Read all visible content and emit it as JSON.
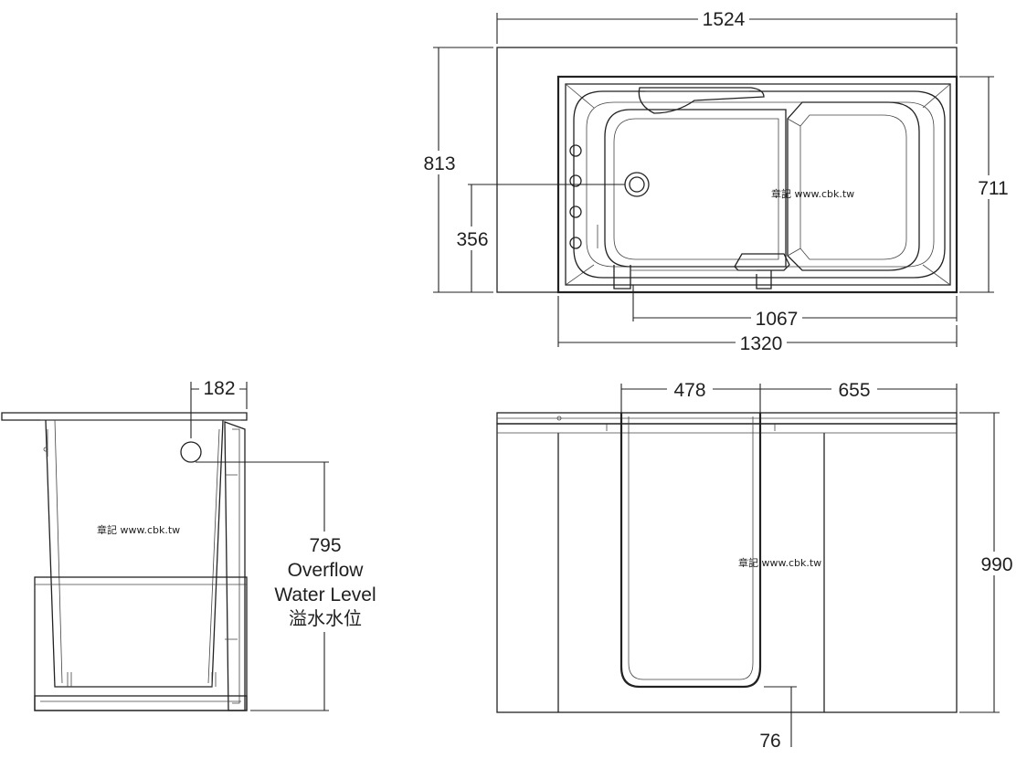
{
  "dimensions": {
    "overall_length": "1524",
    "overall_width": "813",
    "drain_offset": "356",
    "inner_width": "711",
    "inner_length_1067": "1067",
    "inner_length_1320": "1320",
    "side_offset": "182",
    "door_width": "478",
    "side_panel": "655",
    "overall_height": "990",
    "door_sill_height": "76",
    "overflow_height": "795"
  },
  "overflow_label": {
    "line1": "Overflow",
    "line2": "Water Level",
    "line3": "溢水水位"
  },
  "watermark": "章記 www.cbk.tw"
}
